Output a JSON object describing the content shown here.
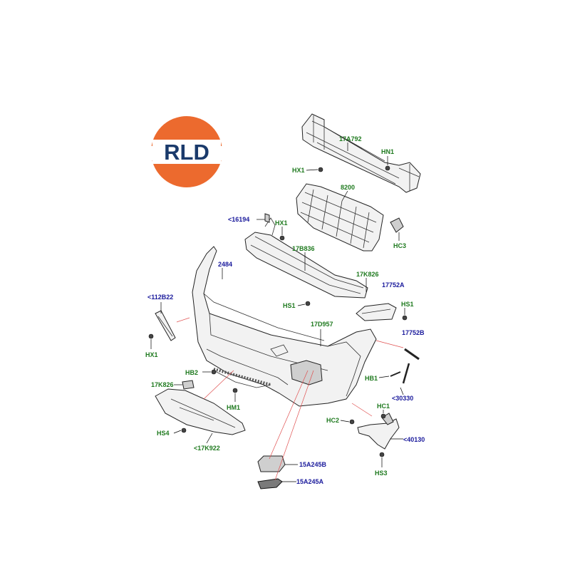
{
  "logo": {
    "text": "RLD",
    "colors": {
      "orange": "#ec6a2e",
      "navy": "#1a3a6b",
      "white": "#ffffff"
    }
  },
  "colors": {
    "label_green": "#1f7a1f",
    "label_blue": "#1a1a9c",
    "leader_red": "#e05050"
  },
  "labels": {
    "part_17A792": "17A792",
    "part_HN1": "HN1",
    "part_HX1_top": "HX1",
    "part_8200": "8200",
    "part_16194": "<16194",
    "part_HX1_mid": "HX1",
    "part_HC3": "HC3",
    "part_17B836": "17B836",
    "part_2484": "2484",
    "part_17K826_right": "17K826",
    "part_17752A": "17752A",
    "part_112B22": "<112B22",
    "part_HS1_center": "HS1",
    "part_HS1_right": "HS1",
    "part_17D957": "17D957",
    "part_17752B": "17752B",
    "part_HX1_left": "HX1",
    "part_HB2": "HB2",
    "part_HB1": "HB1",
    "part_17K826_left": "17K826",
    "part_30330": "<30330",
    "part_HM1": "HM1",
    "part_HC1": "HC1",
    "part_HC2": "HC2",
    "part_40130": "<40130",
    "part_HS4": "HS4",
    "part_17K922": "<17K922",
    "part_HS3": "HS3",
    "part_15A245B": "15A245B",
    "part_15A245A": "15A245A"
  }
}
